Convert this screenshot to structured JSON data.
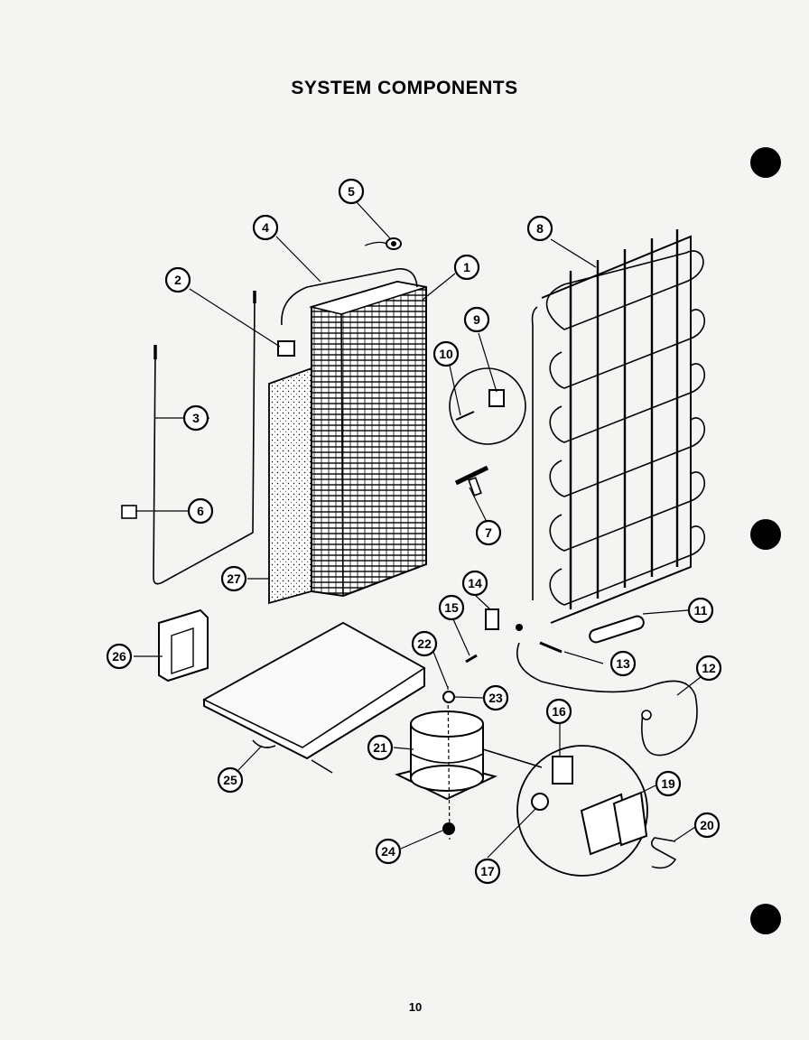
{
  "title": "SYSTEM COMPONENTS",
  "page_number": "10",
  "callouts": [
    "1",
    "2",
    "3",
    "4",
    "5",
    "6",
    "7",
    "8",
    "9",
    "10",
    "11",
    "12",
    "13",
    "14",
    "15",
    "16",
    "17",
    "19",
    "20",
    "21",
    "22",
    "23",
    "24",
    "25",
    "26",
    "27"
  ]
}
